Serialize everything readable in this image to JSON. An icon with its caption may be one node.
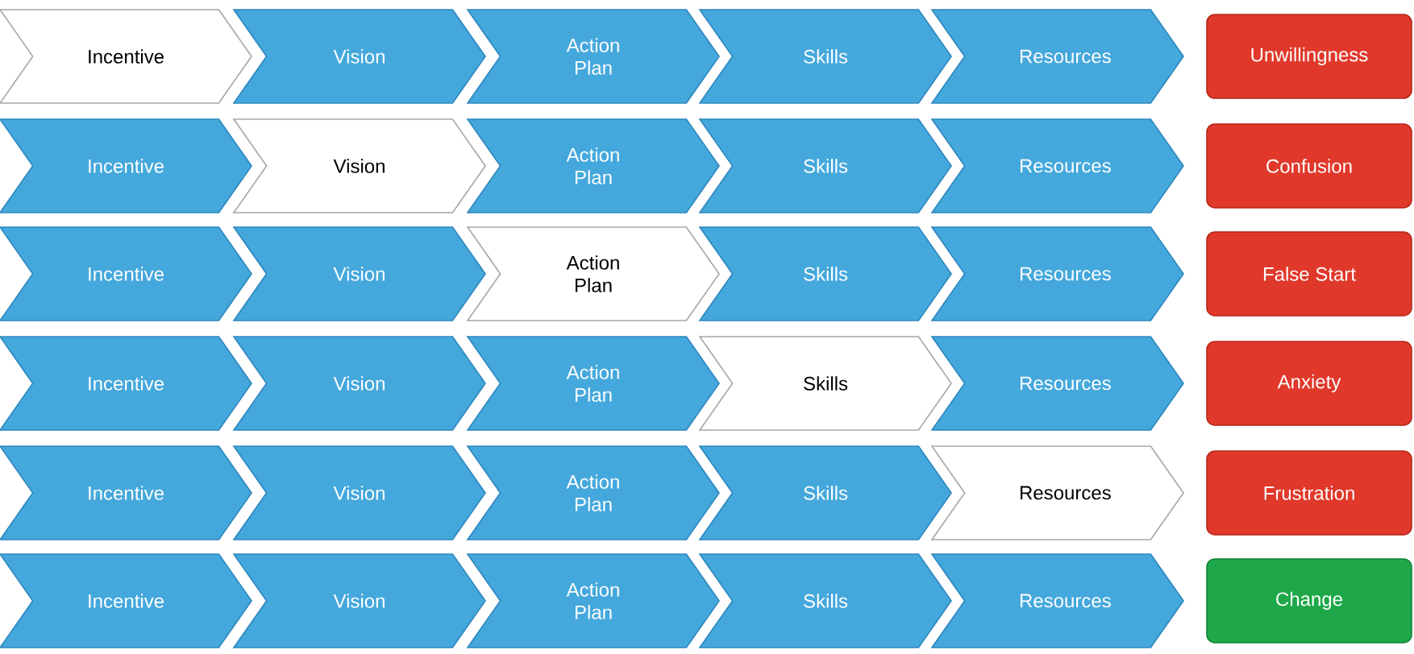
{
  "diagram": {
    "nodes": [
      {
        "text": [
          "Incentive"
        ]
      },
      {
        "text": [
          "Vision"
        ]
      },
      {
        "text": [
          "Action Plan"
        ]
      },
      {
        "text": [
          "Skills"
        ]
      },
      {
        "text": [
          "Resources"
        ]
      },
      {
        "text": [
          "Unwillingness"
        ]
      },
      {
        "text": [
          "Incentive"
        ]
      },
      {
        "text": [
          "Vision"
        ]
      },
      {
        "text": [
          "Action Plan"
        ]
      },
      {
        "text": [
          "Skills"
        ]
      },
      {
        "text": [
          "Resources"
        ]
      },
      {
        "text": [
          "Confusion"
        ]
      },
      {
        "text": [
          "Incentive"
        ]
      },
      {
        "text": [
          "Vision"
        ]
      },
      {
        "text": [
          "Action Plan"
        ]
      },
      {
        "text": [
          "Skills"
        ]
      },
      {
        "text": [
          "Resources"
        ]
      },
      {
        "text": [
          "False Start"
        ]
      },
      {
        "text": [
          "Incentive"
        ]
      },
      {
        "text": [
          "Vision"
        ]
      },
      {
        "text": [
          "Action Plan"
        ]
      },
      {
        "text": [
          "Skills"
        ]
      },
      {
        "text": [
          "Resources"
        ]
      },
      {
        "text": [
          "Anxiety"
        ]
      },
      {
        "text": [
          "Incentive"
        ]
      },
      {
        "text": [
          "Vision"
        ]
      },
      {
        "text": [
          "Action Plan"
        ]
      },
      {
        "text": [
          "Skills"
        ]
      },
      {
        "text": [
          "Resources"
        ]
      },
      {
        "text": [
          "Frustration"
        ]
      },
      {
        "text": [
          "Incentive"
        ]
      },
      {
        "text": [
          "Vision"
        ]
      },
      {
        "text": [
          "Action Plan"
        ]
      },
      {
        "text": [
          "Skills"
        ]
      },
      {
        "text": [
          "Resources"
        ]
      },
      {
        "text": [
          "Change"
        ]
      }
    ]
  }
}
